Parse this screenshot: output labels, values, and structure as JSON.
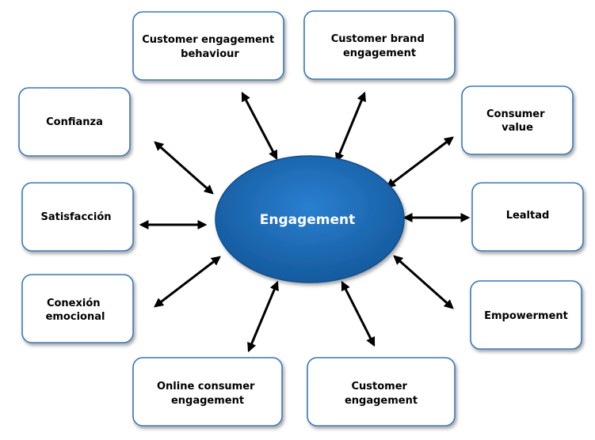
{
  "hub": {
    "label": "Engagement",
    "fill": "#1f6fbf"
  },
  "nodes": [
    {
      "id": "customer-engagement-behaviour",
      "lines": [
        "Customer engagement",
        "behaviour"
      ]
    },
    {
      "id": "customer-brand-engagement",
      "lines": [
        "Customer brand",
        "engagement"
      ]
    },
    {
      "id": "confianza",
      "lines": [
        "Confianza"
      ]
    },
    {
      "id": "consumer-value",
      "lines": [
        "Consumer",
        "value"
      ]
    },
    {
      "id": "satisfaccion",
      "lines": [
        "Satisfacción"
      ]
    },
    {
      "id": "lealtad",
      "lines": [
        "Lealtad"
      ]
    },
    {
      "id": "conexion-emocional",
      "lines": [
        "Conexión",
        "emocional"
      ]
    },
    {
      "id": "empowerment",
      "lines": [
        "Empowerment"
      ]
    },
    {
      "id": "online-consumer-engagement",
      "lines": [
        "Online consumer",
        "engagement"
      ]
    },
    {
      "id": "customer-engagement",
      "lines": [
        "Customer",
        "engagement"
      ]
    }
  ],
  "colors": {
    "box_border": "#3a78b8",
    "arrow": "#000000",
    "hub_text": "#ffffff"
  }
}
